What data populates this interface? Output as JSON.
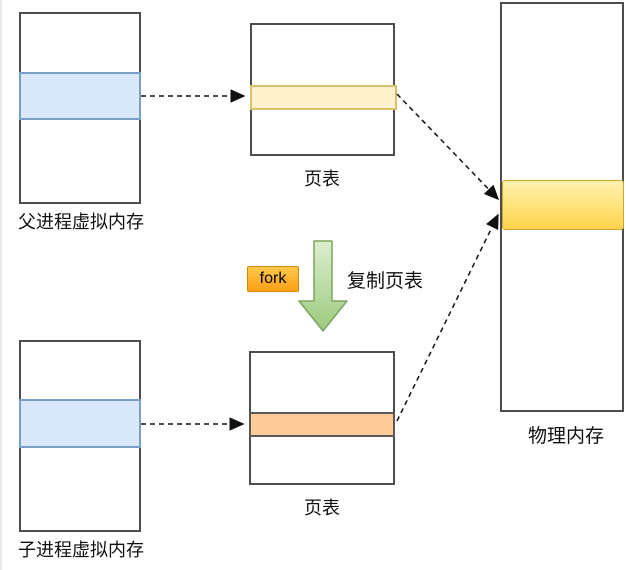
{
  "diagram": {
    "parent_memory": {
      "label": "父进程虚拟内存"
    },
    "child_memory": {
      "label": "子进程虚拟内存"
    },
    "page_table_parent": {
      "label": "页表"
    },
    "page_table_child": {
      "label": "页表"
    },
    "physical_memory": {
      "label": "物理内存"
    },
    "fork": {
      "badge": "fork",
      "caption": "复制页表"
    },
    "colors": {
      "mapped_segment_blue": "#dae8fc",
      "page_entry_yellow": "#fff2cc",
      "page_entry_orange": "#ffcc99",
      "physical_frame_gold": "#ffd34e",
      "fork_badge_orange": "#ffb12b",
      "copy_arrow_green": "#a0cd80"
    }
  }
}
